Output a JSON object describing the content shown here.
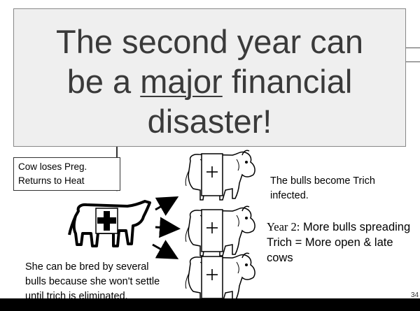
{
  "title": {
    "line1": "The second year can",
    "line2_pre": "be a ",
    "line2_underlined": "major",
    "line2_post": " financial",
    "line3": "disaster!"
  },
  "callout": {
    "line1": "Cow loses Preg.",
    "line2": "Returns to Heat"
  },
  "bulls_infected": "The bulls become Trich infected.",
  "year2": {
    "label": "Year 2:",
    "text": "More bulls spreading Trich = More open & late cows"
  },
  "cow_caption": "She can be bred by several bulls because she won't settle until trich is eliminated.",
  "page_number": "34",
  "plus_sign": "+",
  "colors": {
    "title_bg": "#efefef",
    "title_text": "#3a3a3a",
    "ink": "#000000",
    "bottom_bar": "#000000"
  },
  "icons": [
    "cow-silhouette-icon",
    "bull-icon",
    "arrow-icon"
  ]
}
